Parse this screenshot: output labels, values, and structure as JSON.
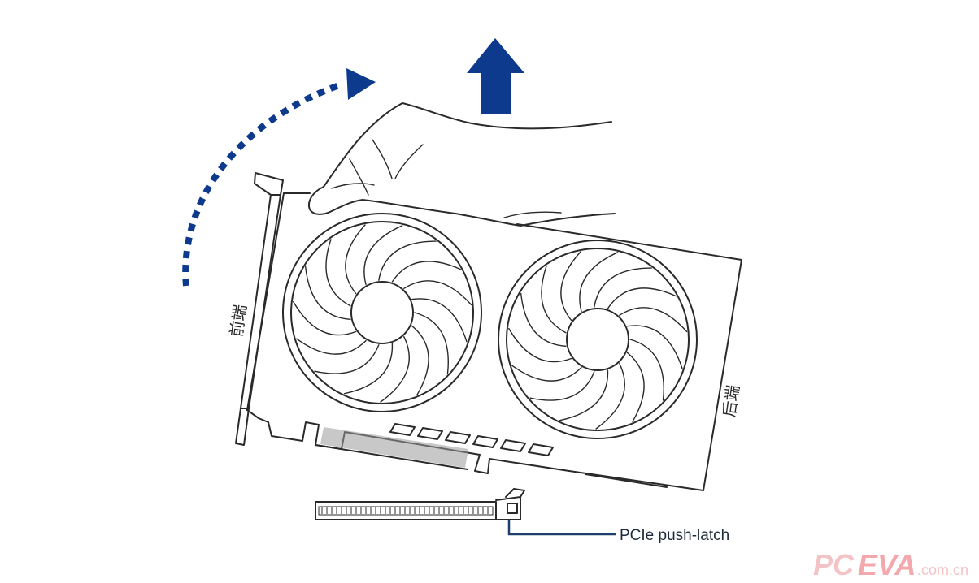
{
  "labels": {
    "front": "前端",
    "rear": "后端",
    "latch": "PCIe push-latch"
  },
  "watermark": {
    "brand_pc": "PC",
    "brand_eva": "EVA",
    "domain": ".com.cn"
  },
  "icons": {
    "lift_arrow": "up-arrow-icon",
    "tilt_arrow": "curved-dotted-arrow-icon",
    "hand": "hand-icon",
    "fan": "fan-icon"
  },
  "colors": {
    "arrow_blue": "#0d3a8c",
    "line": "#2a2a2a",
    "latch_leader": "#1c3f6e",
    "watermark_pink": "#f3b9bd"
  }
}
